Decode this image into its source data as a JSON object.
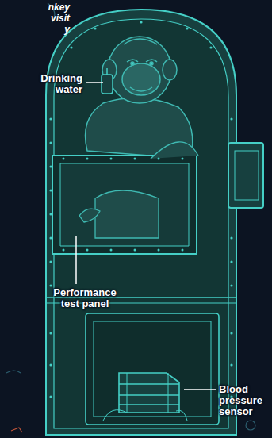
{
  "diagram": {
    "labels": [
      "nkey",
      "visit",
      "y",
      "Drinking water",
      "Performance test panel",
      "Blood pressure sensor"
    ]
  }
}
